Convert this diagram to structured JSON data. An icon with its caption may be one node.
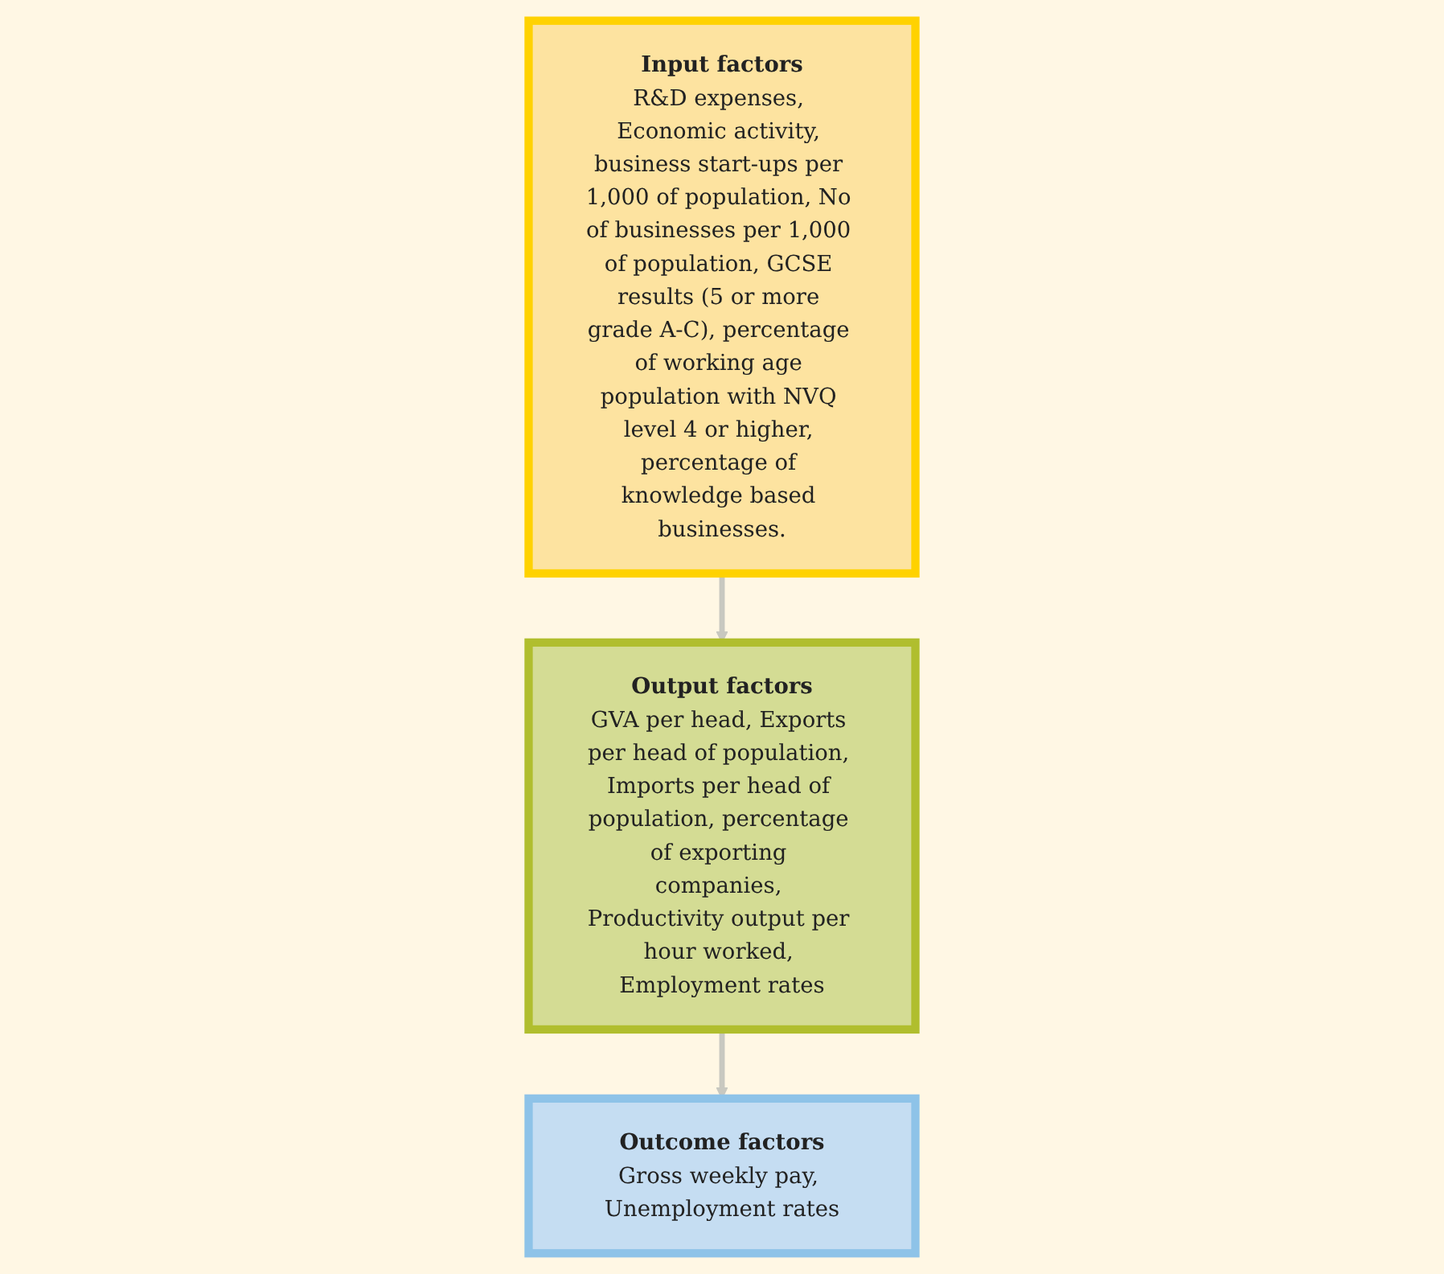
{
  "diagram": {
    "nodes": [
      {
        "text": [
          "Input factors",
          "R&D expenses, Economic activity, business start-ups per 1,000 of population, No of businesses per 1,000 of population, GCSE results (5 or more grade A-C), percentage of working age population with NVQ level 4 or higher, percentage of knowledge based businesses."
        ]
      },
      {
        "text": [
          "Output factors",
          "GVA per head, Exports per head of population, Imports per head of population, percentage of exporting companies, Productivity output per hour worked, Employment rates"
        ]
      },
      {
        "text": [
          "Outcome factors",
          "Gross weekly pay, Unemployment rates"
        ]
      }
    ],
    "edges": [
      {
        "from": 0,
        "to": 1,
        "arrow": "to",
        "color": "#c8c8c0"
      },
      {
        "from": 1,
        "to": 2,
        "arrow": "to",
        "color": "#c8c8c0"
      }
    ]
  }
}
